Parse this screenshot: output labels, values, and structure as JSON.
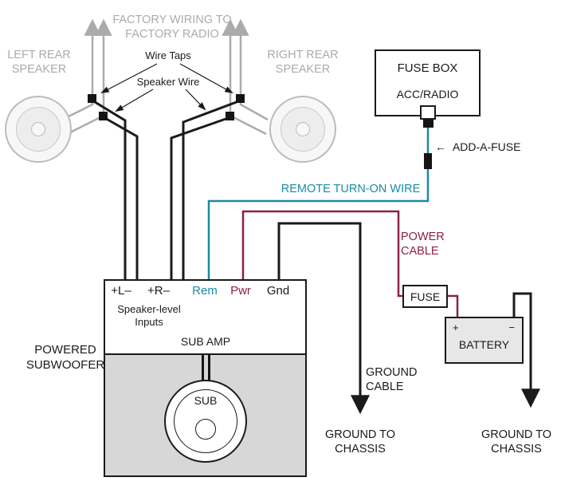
{
  "colors": {
    "remote_teal": "#1c8aa5",
    "power_maroon": "#8e2044",
    "factory_gray": "#ababab",
    "wire_black": "#1a1a1a",
    "enclosure_fill": "#d7d7d7"
  },
  "factory": {
    "wiring_label": "FACTORY WIRING TO FACTORY RADIO",
    "left_speaker_label": "LEFT REAR SPEAKER",
    "right_speaker_label": "RIGHT REAR SPEAKER",
    "wire_taps_label": "Wire Taps",
    "speaker_wire_label": "Speaker Wire"
  },
  "fuse_box": {
    "title": "FUSE BOX",
    "circuit": "ACC/RADIO"
  },
  "add_a_fuse": {
    "arrow": "←",
    "label": "ADD-A-FUSE"
  },
  "remote": {
    "label": "REMOTE TURN-ON WIRE"
  },
  "power": {
    "label": "POWER CABLE",
    "fuse_label": "FUSE"
  },
  "battery": {
    "label": "BATTERY",
    "plus": "+",
    "minus": "−",
    "ground_label": "GROUND TO CHASSIS"
  },
  "ground": {
    "cable_label": "GROUND CABLE",
    "chassis_label": "GROUND TO CHASSIS"
  },
  "amp": {
    "terminals": [
      {
        "label": "+L–",
        "color": "#1a1a1a"
      },
      {
        "label": "+R–",
        "color": "#1a1a1a"
      },
      {
        "label": "Rem",
        "color": "#1c8aa5"
      },
      {
        "label": "Pwr",
        "color": "#8e2044"
      },
      {
        "label": "Gnd",
        "color": "#1a1a1a"
      }
    ],
    "inputs_label": "Speaker-level Inputs",
    "title": "SUB AMP",
    "enclosure_label": "POWERED SUBWOOFER",
    "sub_label": "SUB"
  }
}
